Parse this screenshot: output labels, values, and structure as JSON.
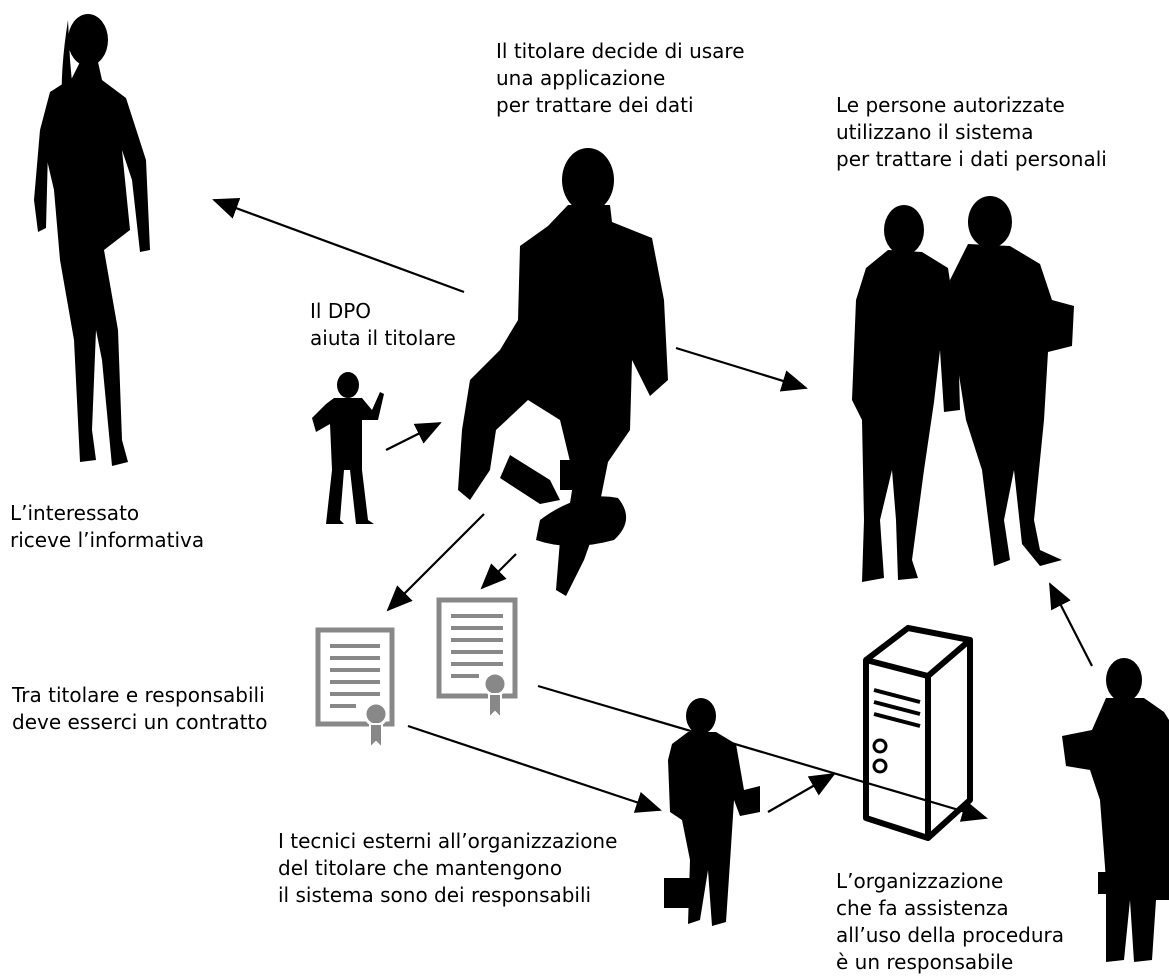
{
  "captions": {
    "titolare": [
      "Il titolare decide di usare",
      "una applicazione",
      "per trattare dei dati"
    ],
    "autorizzati": [
      "Le persone autorizzate",
      "utilizzano il sistema",
      "per trattare i dati personali"
    ],
    "dpo": [
      "Il DPO",
      "aiuta il titolare"
    ],
    "interessato": [
      "L’interessato",
      "riceve l’informativa"
    ],
    "contratto": [
      "Tra titolare e responsabili",
      "deve esserci un contratto"
    ],
    "tecnici": [
      "I tecnici esterni all’organizzazione",
      "del titolare che mantengono",
      "il sistema sono dei responsabili"
    ],
    "assistenza": [
      "L’organizzazione",
      "che fa assistenza",
      "all’uso della procedura",
      "è un responsabile"
    ]
  }
}
